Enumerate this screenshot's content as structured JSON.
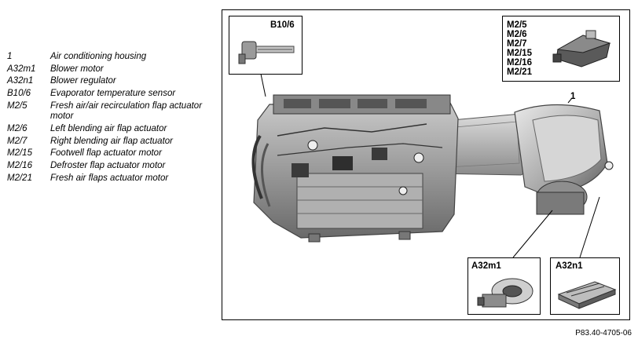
{
  "legend": [
    {
      "code": "1",
      "description": "Air conditioning housing"
    },
    {
      "code": "A32m1",
      "description": "Blower motor"
    },
    {
      "code": "A32n1",
      "description": "Blower regulator"
    },
    {
      "code": "B10/6",
      "description": "Evaporator temperature sensor"
    },
    {
      "code": "M2/5",
      "description": "Fresh air/air recirculation flap actuator motor"
    },
    {
      "code": "M2/6",
      "description": "Left blending air flap actuator"
    },
    {
      "code": "M2/7",
      "description": "Right blending air flap actuator"
    },
    {
      "code": "M2/15",
      "description": "Footwell flap actuator motor"
    },
    {
      "code": "M2/16",
      "description": "Defroster flap actuator motor"
    },
    {
      "code": "M2/21",
      "description": "Fresh air flaps actuator motor"
    }
  ],
  "figure": {
    "insets": {
      "sensor": "B10/6",
      "actuators": [
        "M2/5",
        "M2/6",
        "M2/7",
        "M2/15",
        "M2/16",
        "M2/21"
      ],
      "blower_motor": "A32m1",
      "blower_regulator": "A32n1"
    },
    "housing_callout": "1",
    "reference": "P83.40-4705-06"
  }
}
